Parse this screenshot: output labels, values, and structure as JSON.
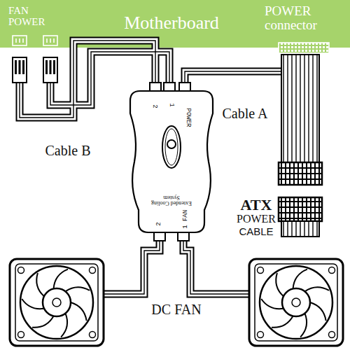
{
  "diagram": {
    "nodes": [
      {
        "text": [
          "FAN POWER",
          "Motherboard",
          "POWER connector"
        ]
      },
      {
        "text": [
          "2",
          "POWER",
          "1",
          "Extended Cooling System",
          "FAN",
          "1",
          "2"
        ]
      }
    ],
    "labels": [
      "Cable A",
      "Cable B",
      "ATX",
      "POWER",
      "CABLE",
      "DC FAN"
    ]
  }
}
